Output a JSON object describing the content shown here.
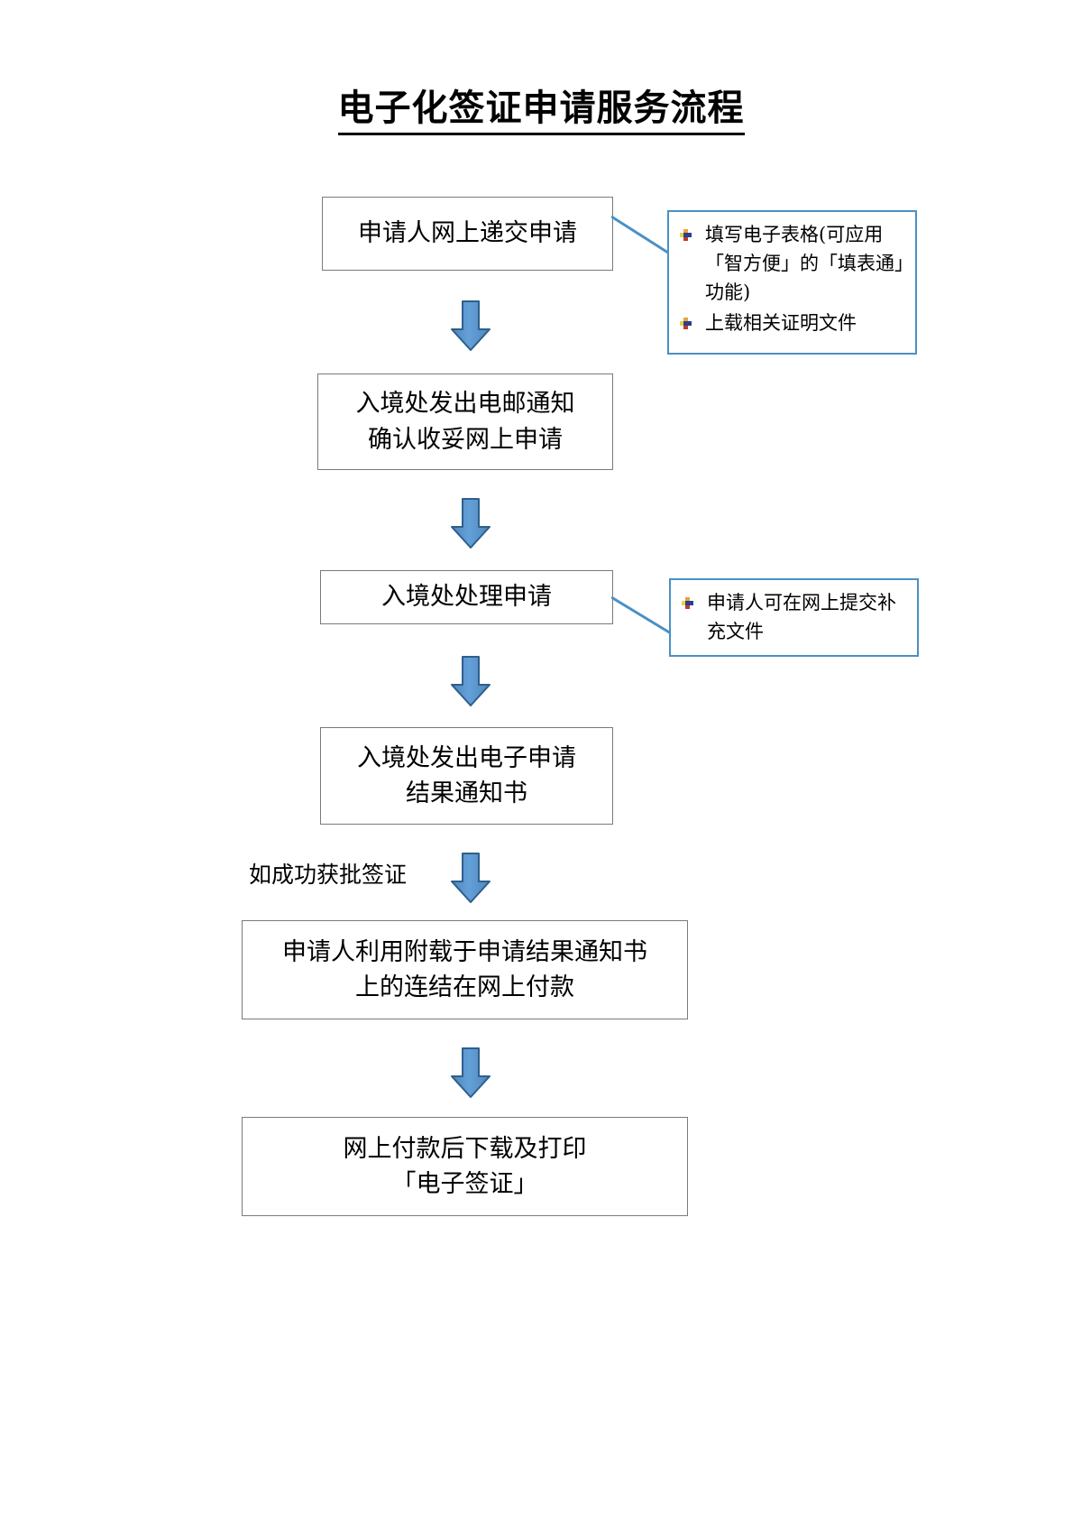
{
  "document": {
    "title": "电子化签证申请服务流程",
    "type": "flowchart",
    "accent_color": "#5B9BD5",
    "callout_border_color": "#4A90C4",
    "box_border_color": "#7A7A7A",
    "text_color": "#000000",
    "background_color": "#FFFFFF"
  },
  "flow": {
    "steps": [
      {
        "id": "step-1",
        "label": "申请人网上递交申请"
      },
      {
        "id": "step-2",
        "label": "入境处发出电邮通知\n确认收妥网上申请"
      },
      {
        "id": "step-3",
        "label": "入境处处理申请"
      },
      {
        "id": "step-4",
        "label": "入境处发出电子申请\n结果通知书"
      },
      {
        "id": "step-5",
        "label": "申请人利用附载于申请结果通知书\n上的连结在网上付款"
      },
      {
        "id": "step-6",
        "label": "网上付款后下载及打印\n「电子签证」"
      }
    ],
    "connector_label": "如成功获批签证",
    "arrow_count": 5
  },
  "callouts": [
    {
      "id": "callout-1",
      "attached_to": "step-1",
      "items": [
        "填写电子表格(可应用「智方便」的「填表通」功能)",
        "上载相关证明文件"
      ]
    },
    {
      "id": "callout-2",
      "attached_to": "step-3",
      "items": [
        "申请人可在网上提交补充文件"
      ]
    }
  ]
}
